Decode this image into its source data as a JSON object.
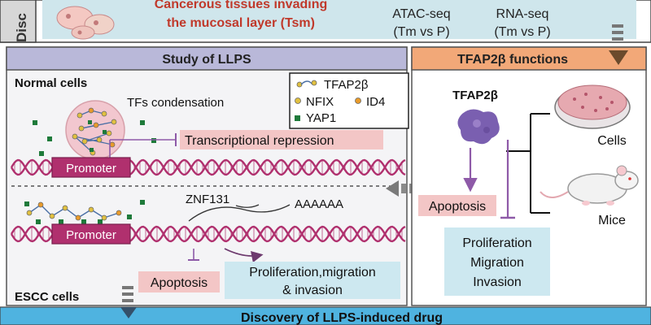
{
  "top_banner": {
    "left_label": "Disc",
    "title_line1": "Cancerous tissues invading",
    "title_line2": "the mucosal layer (Tsm)",
    "assay1_line1": "ATAC-seq",
    "assay1_line2": "(Tm vs P)",
    "assay2_line1": "RNA-seq",
    "assay2_line2": "(Tm vs P)"
  },
  "llps_panel": {
    "header": "Study of LLPS",
    "normal_cells_label": "Normal cells",
    "condensation_label": "TFs condensation",
    "legend": {
      "tfap2b": "TFAP2β",
      "nfix": "NFIX",
      "id4": "ID4",
      "yap1": "YAP1"
    },
    "transcriptional_repression": "Transcriptional repression",
    "promoter_top": "Promoter",
    "promoter_bottom": "Promoter",
    "znf131": "ZNF131",
    "polya": "AAAAAA",
    "apoptosis": "Apoptosis",
    "proliferation_line1": "Proliferation,migration",
    "proliferation_line2": "& invasion",
    "escc_cells_label": "ESCC cells"
  },
  "tfap2b_panel": {
    "header": "TFAP2β functions",
    "protein_label": "TFAP2β",
    "cells_label": "Cells",
    "mice_label": "Mice",
    "apoptosis": "Apoptosis",
    "effects_line1": "Proliferation",
    "effects_line2": "Migration",
    "effects_line3": "Invasion"
  },
  "bottom_banner": {
    "title": "Discovery of LLPS-induced drug"
  },
  "colors": {
    "llps_header": "#b9b8d9",
    "tfap2b_header": "#f2a878",
    "bottom_banner": "#4fb3e0",
    "top_banner": "#cfe6ec",
    "dna": "#b0306e",
    "pink_box": "#f3c6c6",
    "blue_box": "#cde8f0",
    "purple_arrow": "#8e5aa8",
    "protein": "#7a5fb0"
  }
}
